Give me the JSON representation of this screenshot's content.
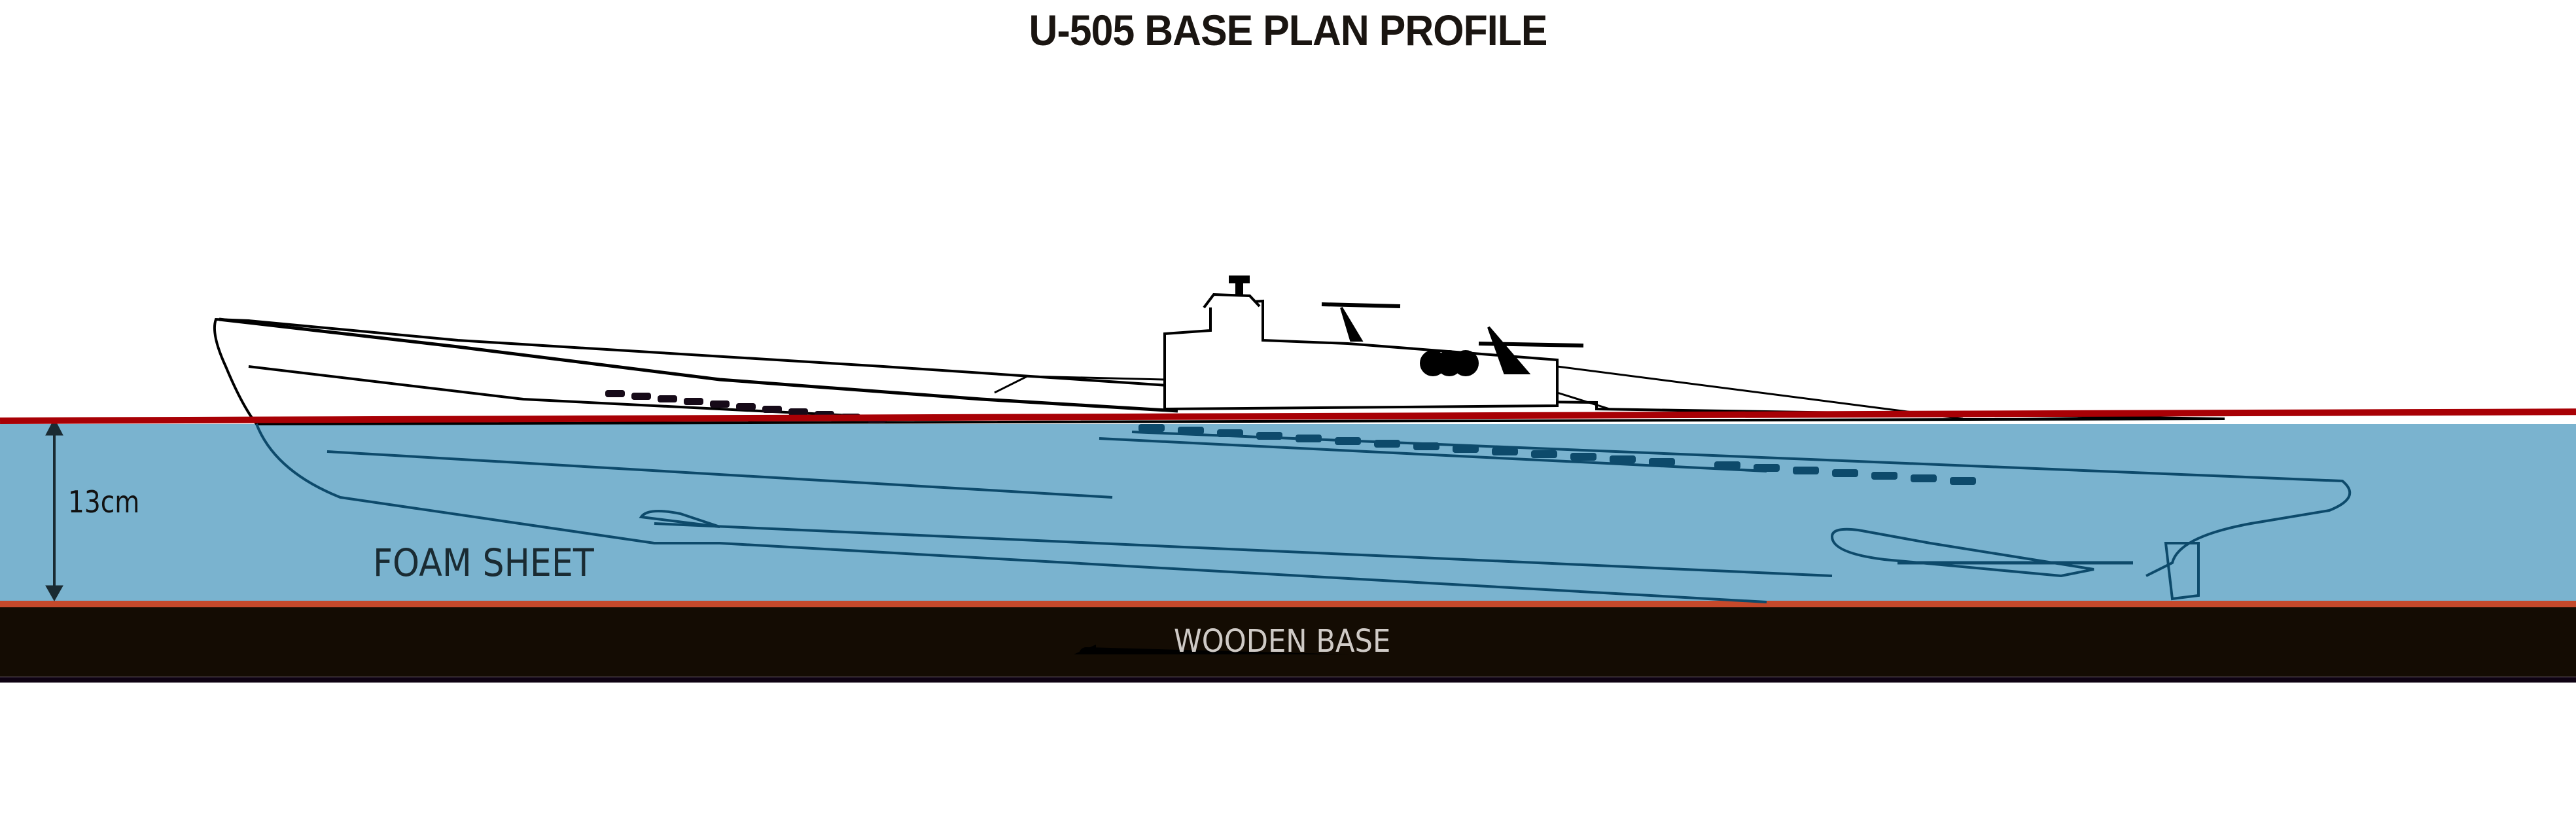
{
  "title": "U-505 BASE PLAN PROFILE",
  "labels": {
    "height_dimension": "13cm",
    "foam": "FOAM SHEET",
    "wood": "WOODEN BASE"
  },
  "colors": {
    "foam": "#7ab3cf",
    "waterline": "#a80005",
    "orange_strip": "#c5492b",
    "wood": "#140c03",
    "hull_lines": "#0d4a6b",
    "title": "#1a1511"
  },
  "icons": {
    "dimension_arrow": "double-headed-vertical-arrow",
    "direction_arrow": "left-arrow"
  }
}
